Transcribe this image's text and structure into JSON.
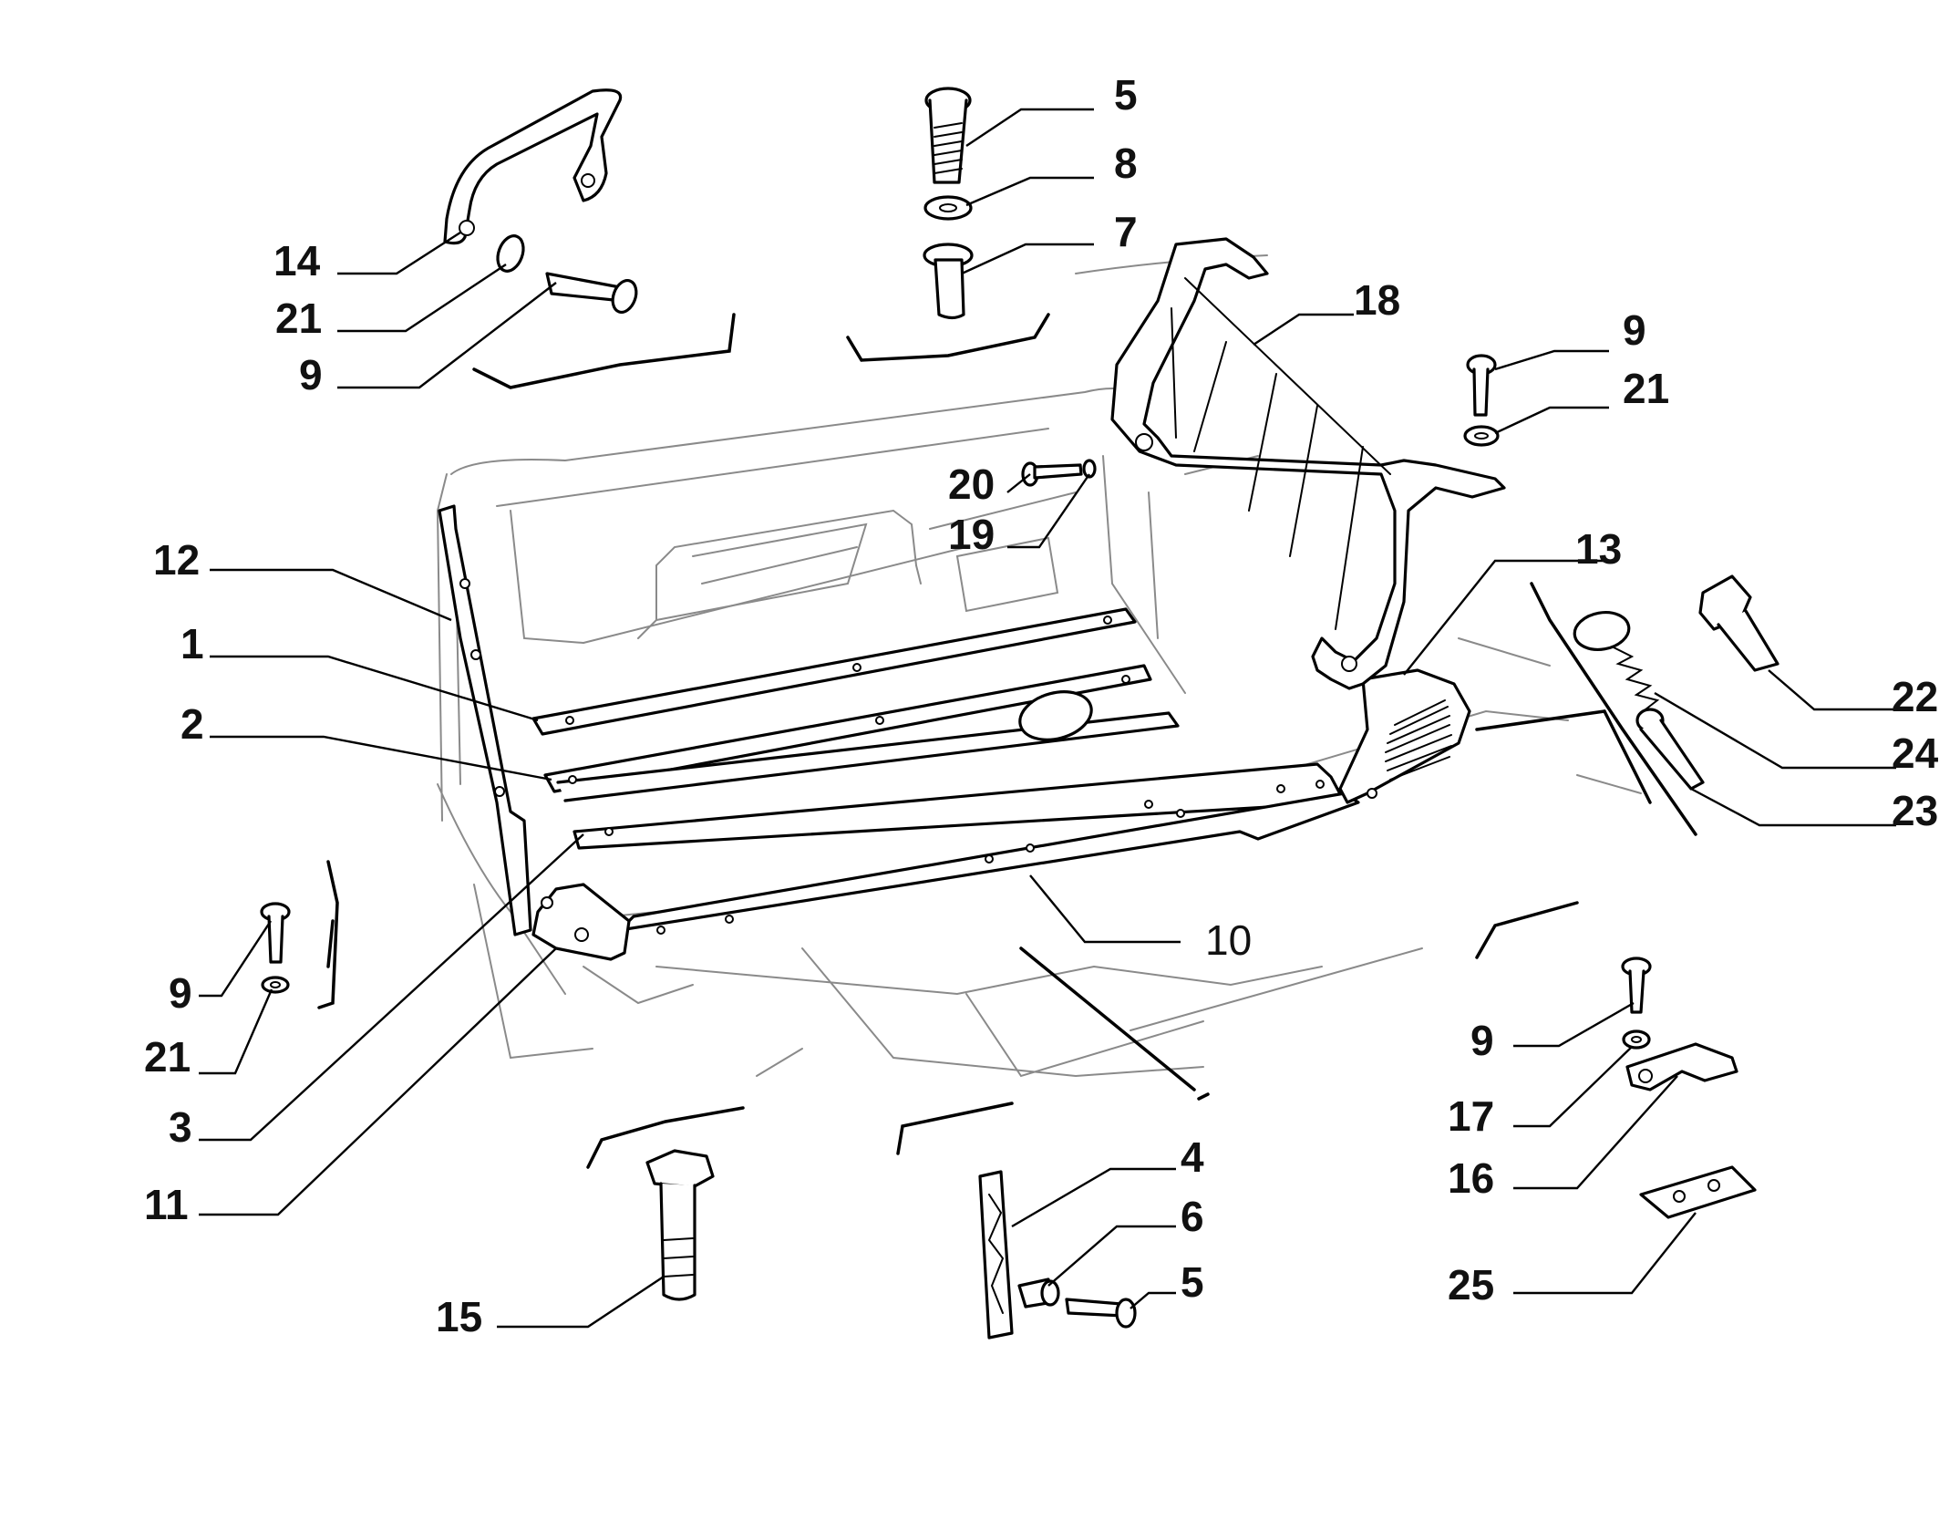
{
  "diagram": {
    "callouts": [
      {
        "id": "c1",
        "label": "1"
      },
      {
        "id": "c2",
        "label": "2"
      },
      {
        "id": "c3",
        "label": "3"
      },
      {
        "id": "c4",
        "label": "4"
      },
      {
        "id": "c5a",
        "label": "5"
      },
      {
        "id": "c5b",
        "label": "5"
      },
      {
        "id": "c6",
        "label": "6"
      },
      {
        "id": "c7",
        "label": "7"
      },
      {
        "id": "c8",
        "label": "8"
      },
      {
        "id": "c9a",
        "label": "9"
      },
      {
        "id": "c9b",
        "label": "9"
      },
      {
        "id": "c9c",
        "label": "9"
      },
      {
        "id": "c9d",
        "label": "9"
      },
      {
        "id": "c10",
        "label": "10"
      },
      {
        "id": "c11",
        "label": "11"
      },
      {
        "id": "c12",
        "label": "12"
      },
      {
        "id": "c13",
        "label": "13"
      },
      {
        "id": "c14",
        "label": "14"
      },
      {
        "id": "c15",
        "label": "15"
      },
      {
        "id": "c16",
        "label": "16"
      },
      {
        "id": "c17",
        "label": "17"
      },
      {
        "id": "c18",
        "label": "18"
      },
      {
        "id": "c19",
        "label": "19"
      },
      {
        "id": "c20",
        "label": "20"
      },
      {
        "id": "c21a",
        "label": "21"
      },
      {
        "id": "c21b",
        "label": "21"
      },
      {
        "id": "c21c",
        "label": "21"
      },
      {
        "id": "c22",
        "label": "22"
      },
      {
        "id": "c23",
        "label": "23"
      },
      {
        "id": "c24",
        "label": "24"
      },
      {
        "id": "c25",
        "label": "25"
      }
    ]
  }
}
